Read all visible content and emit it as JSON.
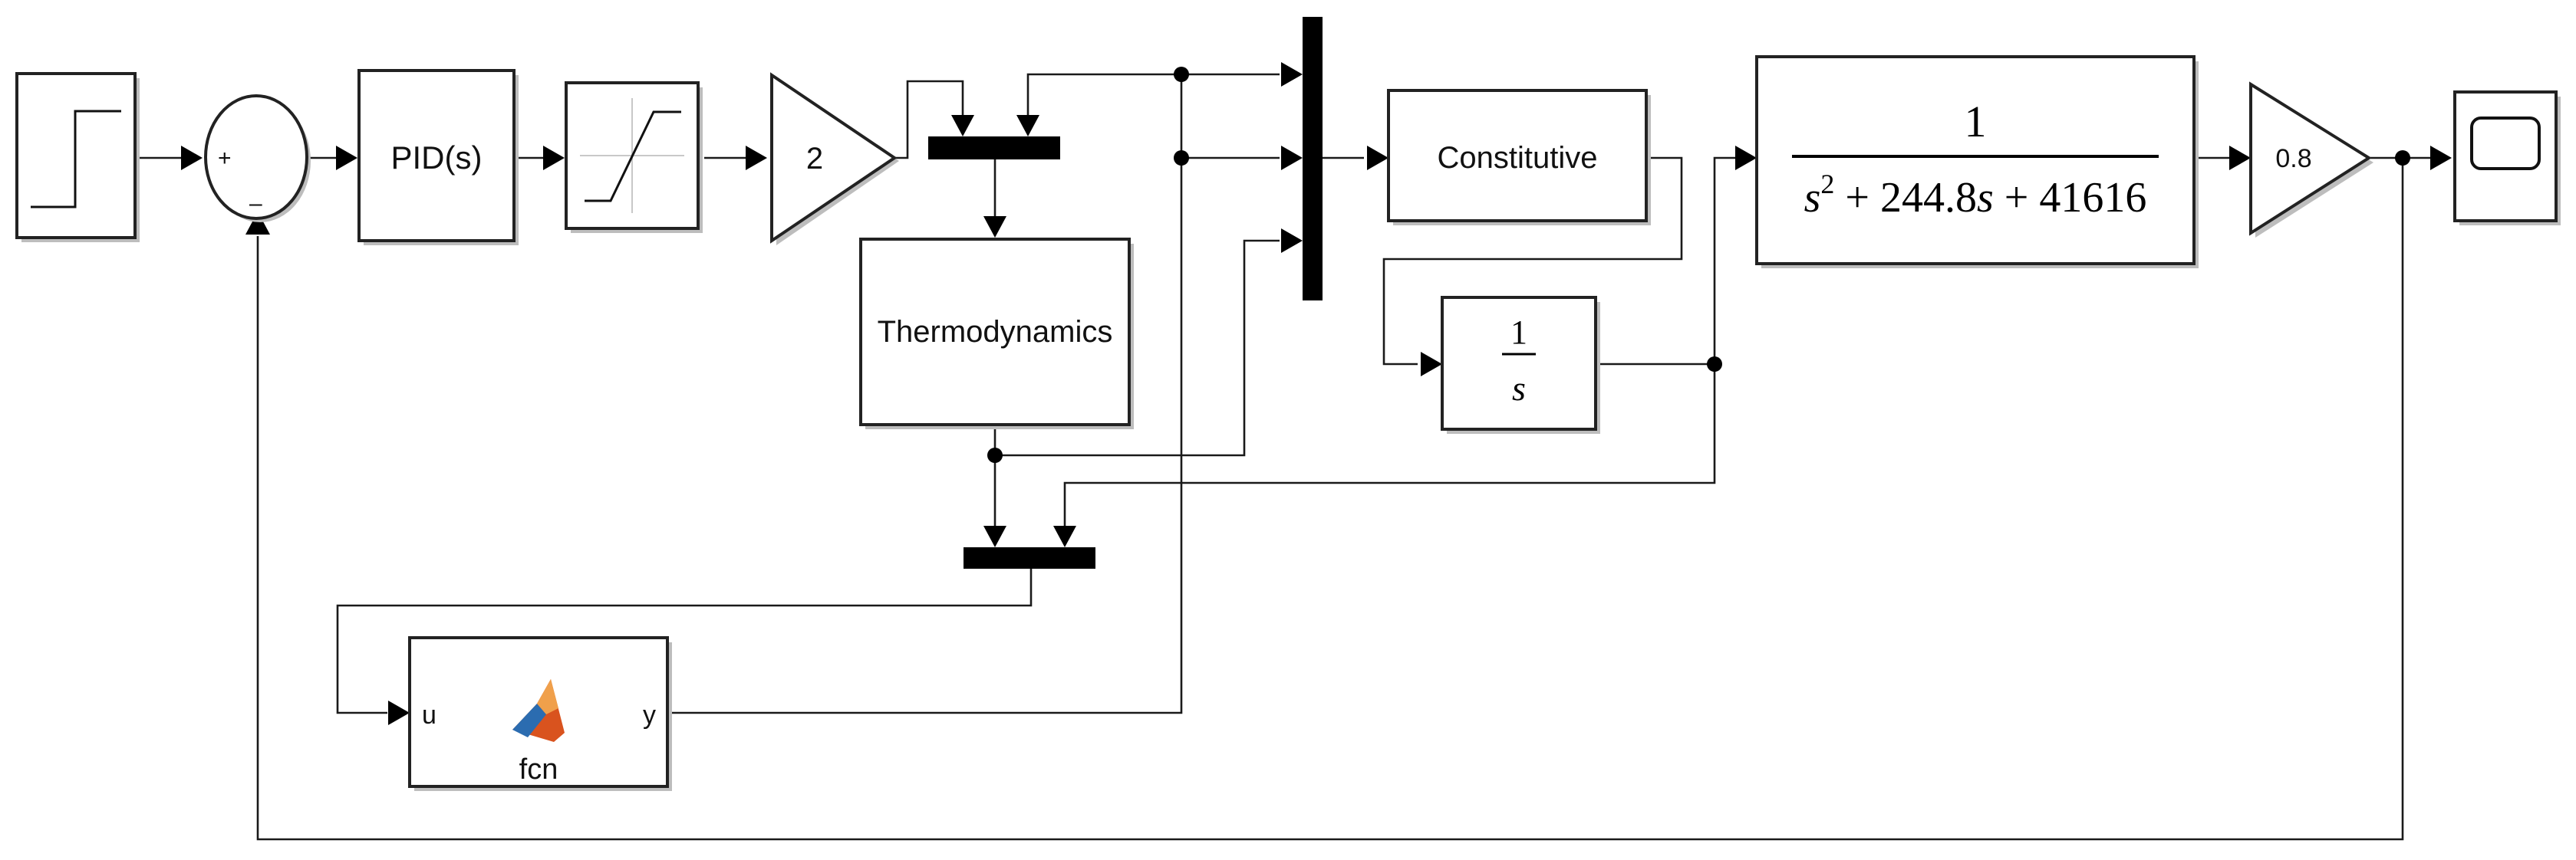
{
  "blocks": {
    "sum": {
      "plus": "+",
      "minus": "–"
    },
    "pid": {
      "label": "PID(s)"
    },
    "gain1": {
      "label": "2"
    },
    "constitutive": {
      "label": "Constitutive"
    },
    "thermodynamics": {
      "label": "Thermodynamics"
    },
    "integrator": {
      "num": "1",
      "den": "s"
    },
    "transfer_fcn": {
      "numerator": "1",
      "den_s": "s",
      "den_exp": "2",
      "den_mid": " + 244.8",
      "den_s2": "s",
      "den_tail": " + 41616"
    },
    "gain2": {
      "label": "0.8"
    },
    "fcn": {
      "name": "fcn",
      "input_port": "u",
      "output_port": "y"
    }
  },
  "icons": [
    "step-icon",
    "saturation-icon",
    "matlab-logo-icon",
    "scope-icon"
  ],
  "colors": {
    "matlab_orange": "#d9531e",
    "matlab_blue": "#2b6cb0"
  }
}
